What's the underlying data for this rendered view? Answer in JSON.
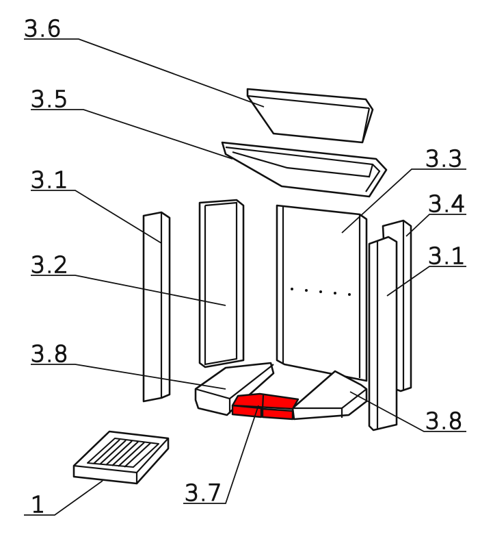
{
  "diagram": {
    "type": "exploded-parts-view",
    "highlight_color": "#ff0000",
    "labels": {
      "part_3_6": "3.6",
      "part_3_5": "3.5",
      "part_3_1_left": "3.1",
      "part_3_2": "3.2",
      "part_3_8_left": "3.8",
      "part_1": "1",
      "part_3_7": "3.7",
      "part_3_3": "3.3",
      "part_3_4": "3.4",
      "part_3_1_right": "3.1",
      "part_3_8_right": "3.8"
    },
    "highlighted_part": "3.7"
  }
}
